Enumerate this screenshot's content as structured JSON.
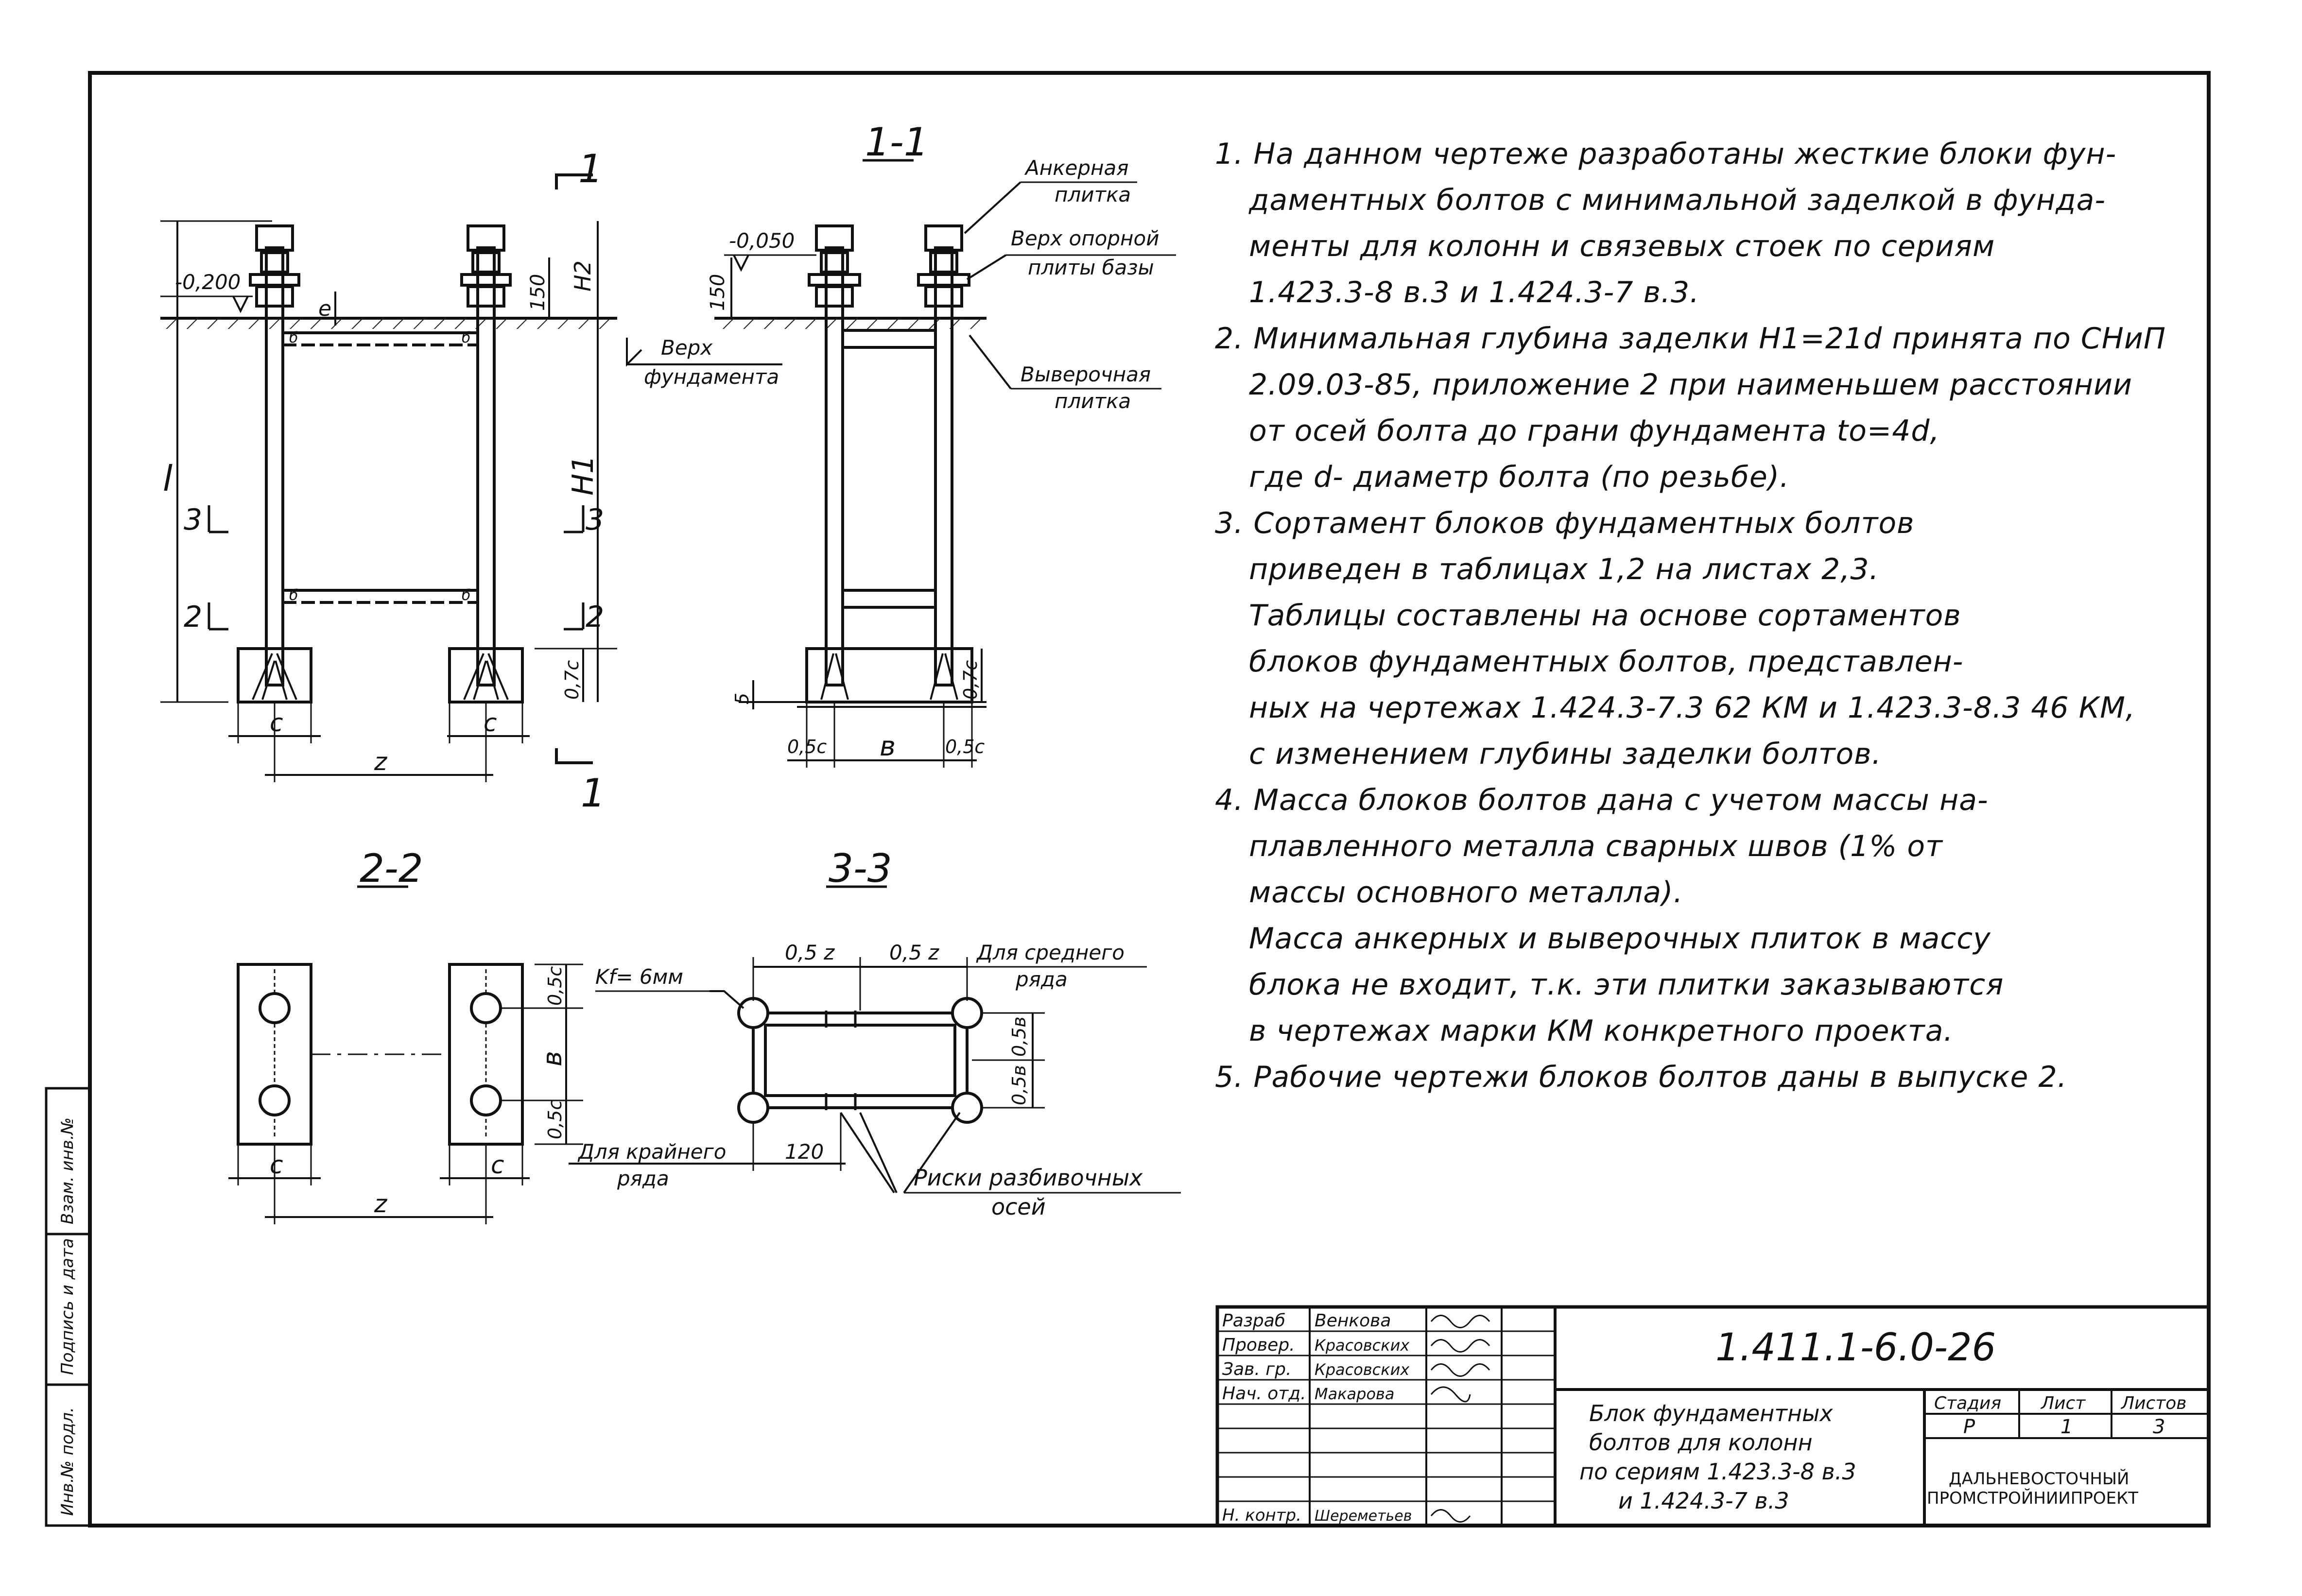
{
  "document_code": "1.411.1-6.0-26",
  "title_block": {
    "staff": [
      {
        "role": "Разраб",
        "name": "Венкова"
      },
      {
        "role": "Провер.",
        "name": "Красовских"
      },
      {
        "role": "Зав. гр.",
        "name": "Красовских"
      },
      {
        "role": "Нач. отд.",
        "name": "Макарова"
      },
      {
        "role": "Н. контр.",
        "name": "Шереметьев"
      }
    ],
    "description": [
      "Блок фундаментных",
      "болтов для колонн",
      "по сериям 1.423.3-8 в.3",
      "и 1.424.3-7 в.3"
    ],
    "stage_header": "Стадия",
    "sheet_header": "Лист",
    "sheets_header": "Листов",
    "stage": "Р",
    "sheet": "1",
    "sheets": "3",
    "organization": [
      "ДАЛЬНЕВОСТОЧНЫЙ",
      "ПРОМСТРОЙНИИПРОЕКТ"
    ]
  },
  "side_stamp": [
    "Инв.№ подл.",
    "Подпись и дата",
    "Взам. инв.№"
  ],
  "views": {
    "elevation": {
      "cut_mark": "1",
      "level": "-0,200",
      "dim_l": "l",
      "dim_h1": "H1",
      "dim_h2": "H2",
      "dim_150": "150",
      "dim_e": "e",
      "dim_07c": "0,7c",
      "dim_c": "c",
      "dim_z": "z",
      "section_3": "3",
      "section_2": "2",
      "weld_b": "б",
      "label_top_fund_1": "Верх",
      "label_top_fund_2": "фундамента"
    },
    "section_1_1": {
      "title": "1-1",
      "level": "-0,050",
      "dim_150": "150",
      "dim_07c": "0,7c",
      "dim_5": "5",
      "dim_05c_left": "0,5c",
      "dim_b": "в",
      "dim_05c_right": "0,5c",
      "label_anchor_plate_1": "Анкерная",
      "label_anchor_plate_2": "плитка",
      "label_base_plate_1": "Верх опорной",
      "label_base_plate_2": "плиты базы",
      "label_shim_plate_1": "Выверочная",
      "label_shim_plate_2": "плитка"
    },
    "section_2_2": {
      "title": "2-2",
      "dim_05c_top": "0,5c",
      "dim_b": "в",
      "dim_05c_bottom": "0,5c",
      "dim_c_left": "c",
      "dim_c_right": "c",
      "dim_z": "z"
    },
    "section_3_3": {
      "title": "3-3",
      "weld": "Kf= 6мм",
      "dim_05z_left": "0,5 z",
      "dim_05z_right": "0,5 z",
      "middle_row_1": "Для среднего",
      "middle_row_2": "ряда",
      "edge_row_1": "Для крайнего",
      "edge_row_2": "ряда",
      "dim_120": "120",
      "dim_05b_top": "0,5в",
      "dim_05b_bottom": "0,5в",
      "axis_marks_1": "Риски разбивочных",
      "axis_marks_2": "осей"
    }
  },
  "notes": [
    {
      "text": "1. На данном чертеже разработаны жесткие блоки фун-",
      "indent": false
    },
    {
      "text": "даментных болтов с минимальной заделкой в фунда-",
      "indent": true
    },
    {
      "text": "менты для колонн и связевых стоек по сериям",
      "indent": true
    },
    {
      "text": "1.423.3-8 в.3 и 1.424.3-7 в.3.",
      "indent": true
    },
    {
      "text": "2. Минимальная глубина заделки H1=21d принята по СНиП",
      "indent": false
    },
    {
      "text": "2.09.03-85, приложение 2 при наименьшем расстоянии",
      "indent": true
    },
    {
      "text": "от осей болта до грани фундамента tо=4d,",
      "indent": true
    },
    {
      "text": "       где d- диаметр болта (по резьбе).",
      "indent": true
    },
    {
      "text": "3. Сортамент блоков фундаментных болтов",
      "indent": false
    },
    {
      "text": "приведен в таблицах 1,2 на листах 2,3.",
      "indent": true
    },
    {
      "text": "Таблицы составлены на основе сортаментов",
      "indent": true
    },
    {
      "text": "блоков фундаментных болтов, представлен-",
      "indent": true
    },
    {
      "text": "ных на чертежах 1.424.3-7.3 62 КМ и 1.423.3-8.3 46 КМ,",
      "indent": true
    },
    {
      "text": "с изменением глубины заделки болтов.",
      "indent": true
    },
    {
      "text": "4. Масса блоков болтов дана с учетом массы на-",
      "indent": false
    },
    {
      "text": "плавленного металла сварных швов (1% от",
      "indent": true
    },
    {
      "text": "массы основного металла).",
      "indent": true
    },
    {
      "text": "Масса анкерных и выверочных плиток в массу",
      "indent": true
    },
    {
      "text": "блока не входит, т.к. эти плитки заказываются",
      "indent": true
    },
    {
      "text": "в чертежах марки КМ конкретного проекта.",
      "indent": true
    },
    {
      "text": "5. Рабочие чертежи блоков болтов даны в выпуске 2.",
      "indent": false
    }
  ]
}
